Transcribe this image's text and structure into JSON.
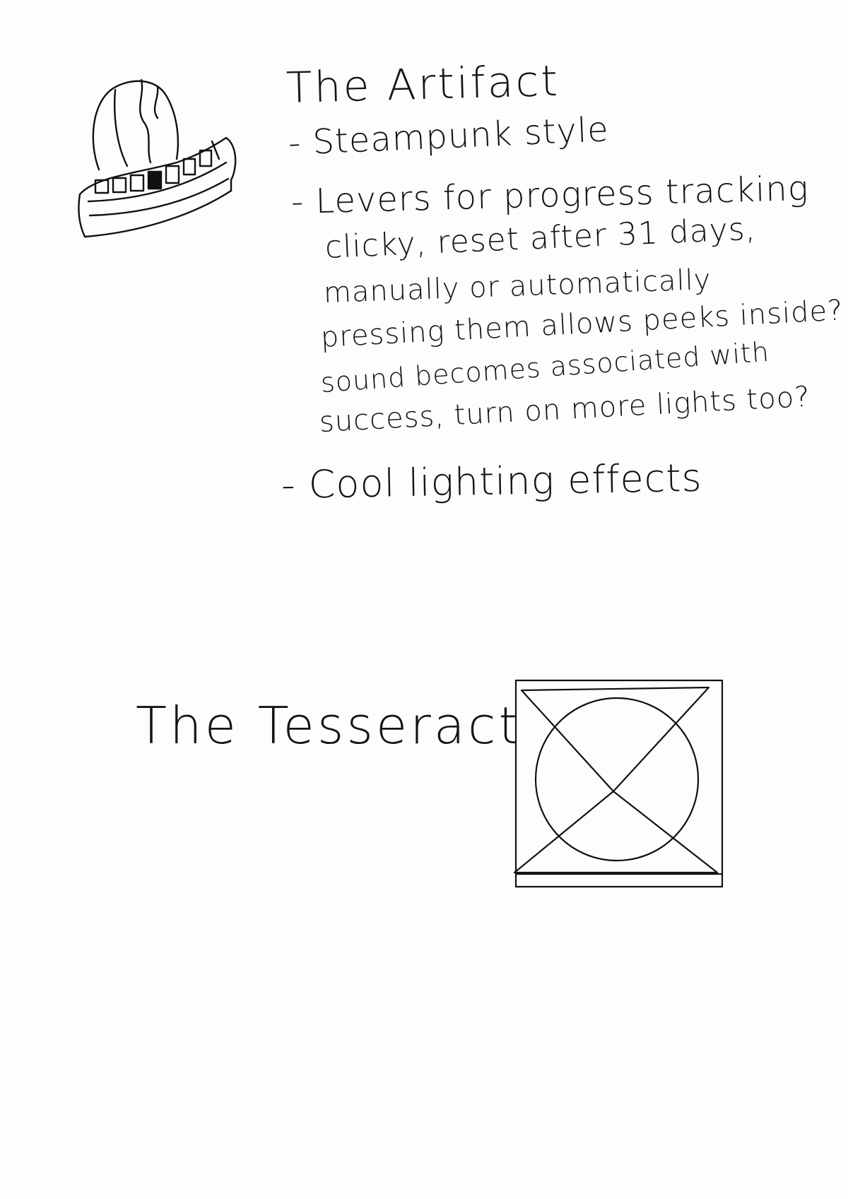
{
  "artifact": {
    "title": "The Artifact",
    "bullets": {
      "style": "- Steampunk style",
      "levers": "- Levers for progress tracking",
      "lighting": "- Cool lighting effects"
    },
    "lever_notes": [
      "clicky, reset after 31 days,",
      "manually or automatically",
      "pressing them allows peeks inside?",
      "sound becomes associated with",
      "success, turn on more lights too?"
    ],
    "sketch_icon": "artifact-dome-sketch"
  },
  "tesseract": {
    "title": "The Tesseract",
    "sketch_icon": "tesseract-box-sketch"
  }
}
